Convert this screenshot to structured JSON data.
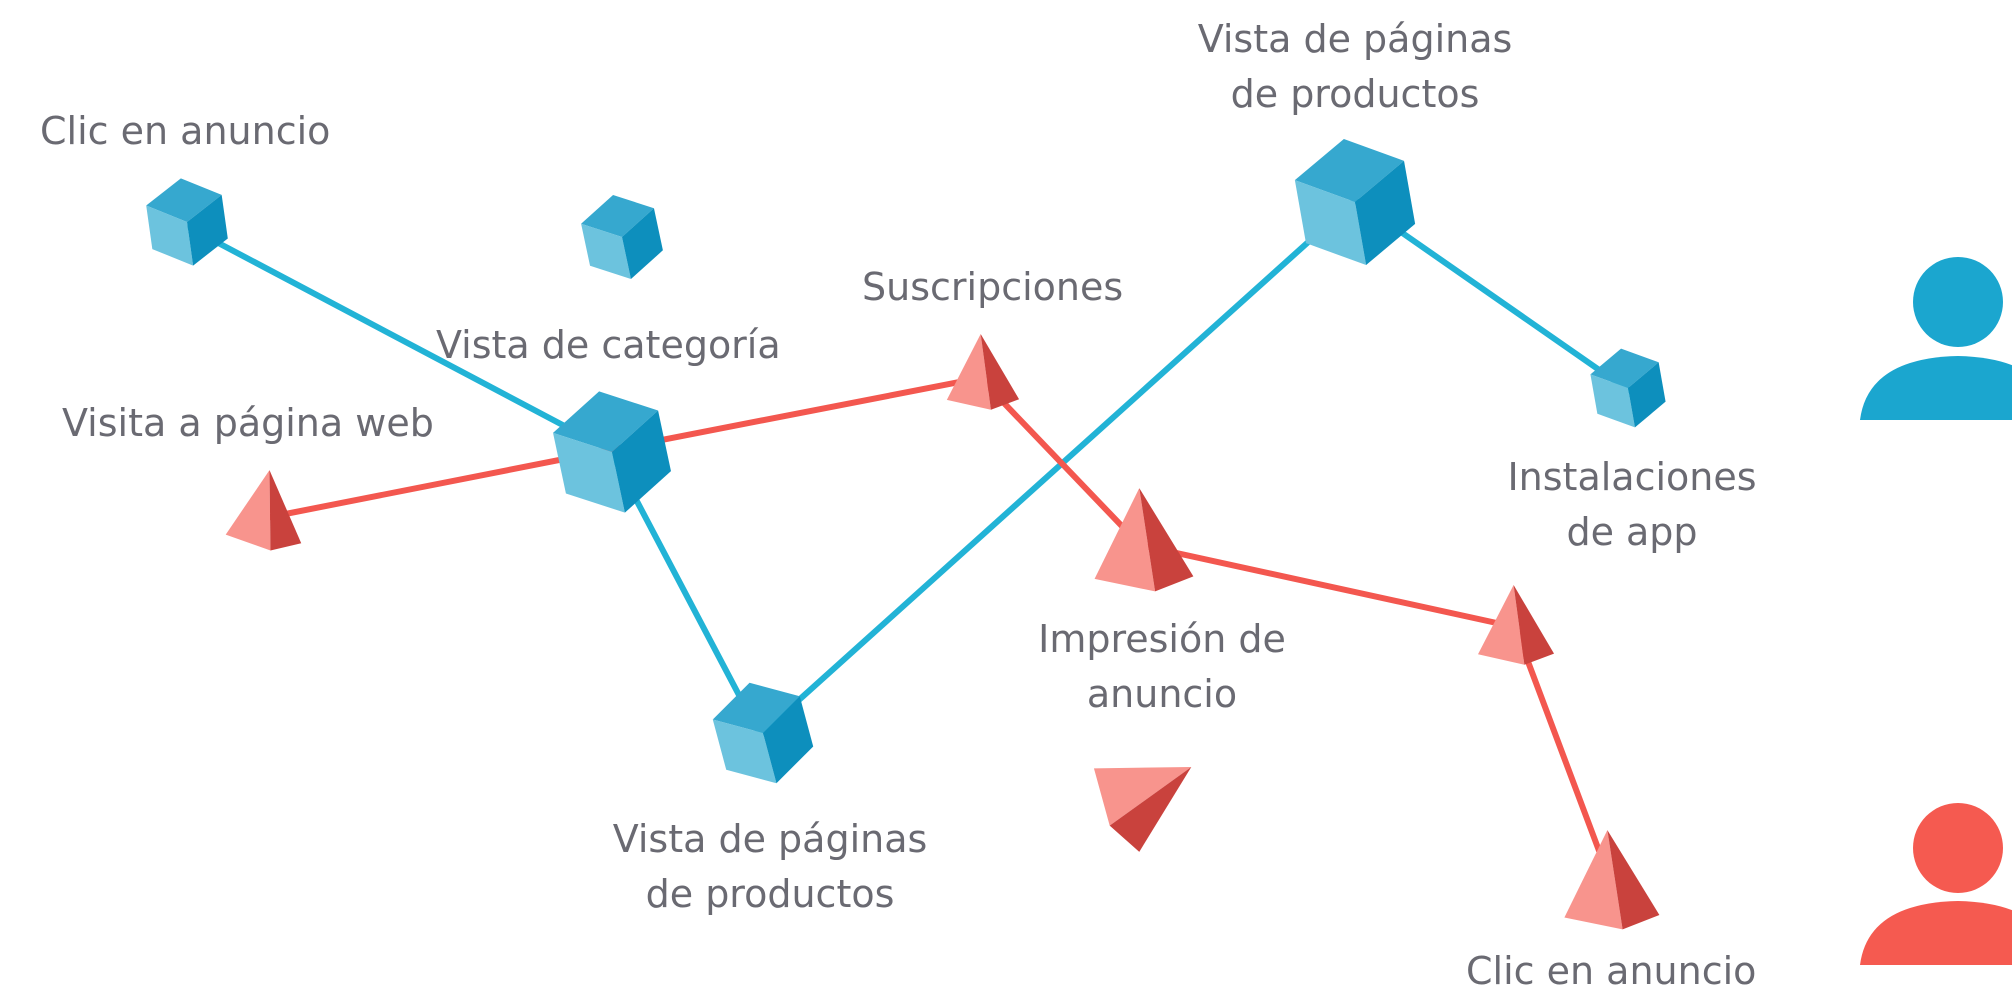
{
  "colors": {
    "blue_path": "#22b3d6",
    "red_path": "#f3574f",
    "cube_top": "#36a8cf",
    "cube_left": "#6cc3de",
    "cube_right": "#0d8fbd",
    "tri_main": "#f06a63",
    "tri_light": "#f8948d",
    "tri_dark": "#c9423d",
    "label_text": "#6a6a72",
    "user_blue": "#1ba6cf",
    "user_red": "#f55a50"
  },
  "labels": {
    "ad_click_top": "Clic en anuncio",
    "category_view": "Vista de categoría",
    "website_visit": "Visita a página web",
    "subscriptions": "Suscripciones",
    "product_pages_top_line1": "Vista de páginas",
    "product_pages_top_line2": "de productos",
    "app_installs_line1": "Instalaciones",
    "app_installs_line2": "de app",
    "ad_impression_line1": "Impresión de",
    "ad_impression_line2": "anuncio",
    "product_pages_bottom_line1": "Vista de páginas",
    "product_pages_bottom_line2": "de productos",
    "ad_click_bottom": "Clic en anuncio"
  },
  "icons": {
    "cube": "cube-icon",
    "triangle": "pyramid-icon",
    "user": "user-icon"
  }
}
